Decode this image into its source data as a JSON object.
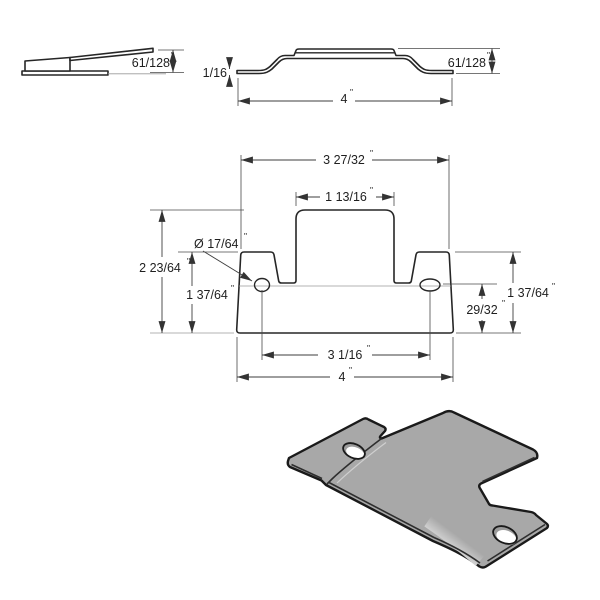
{
  "drawing": {
    "type": "sheet-metal-bracket-technical-drawing",
    "colors": {
      "part_fill": "#a8a8a8",
      "part_outline": "#1a1a1a",
      "line": "#2b2b2b",
      "background": "#ffffff"
    },
    "dims": {
      "side_height": {
        "value": "61/128",
        "unit": "\""
      },
      "thickness": {
        "value": "1/16",
        "unit": "\""
      },
      "profile_width": {
        "value": "4",
        "unit": "\""
      },
      "profile_height": {
        "value": "61/128",
        "unit": "\""
      },
      "top_width": {
        "value": "3 27/32",
        "unit": "\""
      },
      "hump_width": {
        "value": "1 13/16",
        "unit": "\""
      },
      "hole_diameter": {
        "value": "Ø 17/64",
        "unit": "\""
      },
      "overall_height": {
        "value": "2 23/64",
        "unit": "\""
      },
      "tab_height_left": {
        "value": "1 37/64",
        "unit": "\""
      },
      "tab_height_right": {
        "value": "1 37/64",
        "unit": "\""
      },
      "hole_center_height": {
        "value": "29/32",
        "unit": "\""
      },
      "hole_spacing": {
        "value": "3 1/16",
        "unit": "\""
      },
      "base_width": {
        "value": "4",
        "unit": "\""
      }
    }
  }
}
